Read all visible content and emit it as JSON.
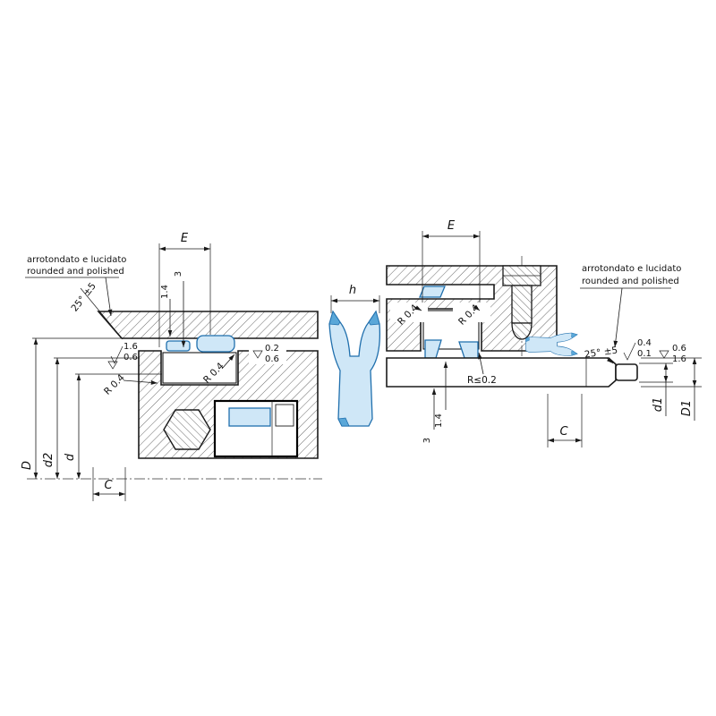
{
  "colors": {
    "seal_fill": "#cfe7f7",
    "seal_stroke": "#1f6fad",
    "seal_dark": "#5aa7d8"
  },
  "left_view": {
    "note_line1": "arrotondato  e lucidato",
    "note_line2": "rounded and polished",
    "angle_label": "25° ±5",
    "dim_E": "E",
    "dim_3": "3",
    "dim_1_4": "1.4",
    "rough1_val1": "1.6",
    "rough1_val2": "0.6",
    "rough2_val1": "0.2",
    "rough2_val2": "0.6",
    "radius_label_1": "R 0.4",
    "radius_label_2": "R 0.4",
    "dim_D": "D",
    "dim_d2": "d2",
    "dim_d": "d",
    "dim_C": "C"
  },
  "profile_view": {
    "dim_h": "h"
  },
  "right_view": {
    "dim_E": "E",
    "radius_label_1": "R 0.4",
    "radius_label_2": "R 0.4",
    "note_line1": "arrotondato e lucidato",
    "note_line2": "rounded and polished",
    "angle_label": "25° ±5",
    "rough1_val1": "0.4",
    "rough1_val2": "0.1",
    "rough2_val1": "0.6",
    "rough2_val2": "1.6",
    "radius_max_label": "R≤0.2",
    "dim_3": "3",
    "dim_1_4": "1.4",
    "dim_d1": "d1",
    "dim_D1": "D1",
    "dim_C": "C"
  }
}
